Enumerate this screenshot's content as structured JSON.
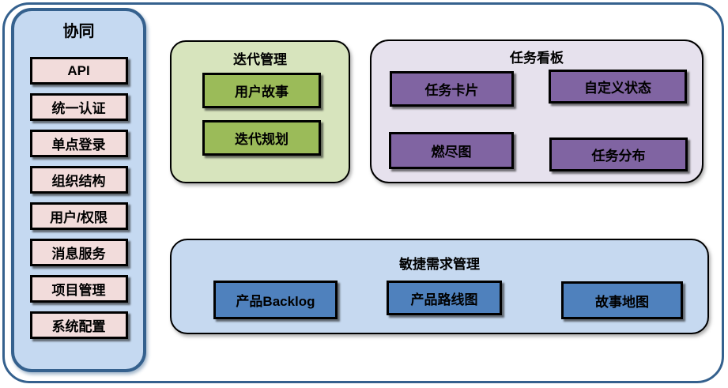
{
  "sidebar": {
    "title": "协同",
    "items": [
      {
        "label": "API"
      },
      {
        "label": "统一认证"
      },
      {
        "label": "单点登录"
      },
      {
        "label": "组织结构"
      },
      {
        "label": "用户/权限"
      },
      {
        "label": "消息服务"
      },
      {
        "label": "项目管理"
      },
      {
        "label": "系统配置"
      }
    ]
  },
  "panels": {
    "iteration": {
      "title": "迭代管理",
      "items": [
        {
          "label": "用户故事"
        },
        {
          "label": "迭代规划"
        }
      ]
    },
    "kanban": {
      "title": "任务看板",
      "items": [
        {
          "label": "任务卡片"
        },
        {
          "label": "自定义状态"
        },
        {
          "label": "燃尽图"
        },
        {
          "label": "任务分布"
        }
      ]
    },
    "requirements": {
      "title": "敏捷需求管理",
      "items": [
        {
          "label": "产品Backlog"
        },
        {
          "label": "产品路线图"
        },
        {
          "label": "故事地图"
        }
      ]
    }
  },
  "colors": {
    "frame_border": "#35618E",
    "sidebar_fill": "#C5D9F1",
    "sidebar_item_fill": "#F2DCDB",
    "iteration_panel_fill": "#D7E4BD",
    "iteration_item_fill": "#9BBB59",
    "kanban_panel_fill": "#E6E1ED",
    "kanban_item_fill": "#8064A2",
    "requirements_panel_fill": "#C6D9F0",
    "requirements_item_fill": "#4F81BD",
    "item_border": "#000000",
    "text": "#000000"
  }
}
